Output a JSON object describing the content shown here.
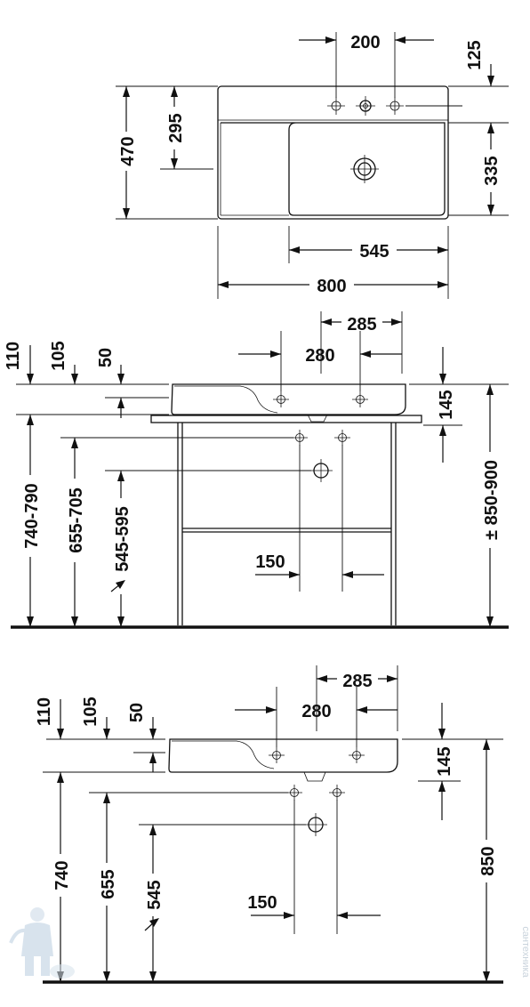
{
  "top_view": {
    "width_total": "800",
    "depth_total": "470",
    "bowl_width": "545",
    "bowl_depth": "335",
    "tap_spacing": "200",
    "tap_row_offset": "125",
    "shelf_depth": "295"
  },
  "side_view_stand": {
    "tap_spacing": "285",
    "hole_spacing": "280",
    "rim_height": "110",
    "offset_105": "105",
    "offset_50": "50",
    "basin_height": "145",
    "total_height": "± 850-900",
    "h_740": "740-790",
    "h_655": "655-705",
    "h_545": "545-595",
    "trap_spacing": "150"
  },
  "side_view_wall": {
    "tap_spacing": "285",
    "hole_spacing": "280",
    "rim_height": "110",
    "offset_105": "105",
    "offset_50": "50",
    "basin_height": "145",
    "total_height": "850",
    "h_740": "740",
    "h_655": "655",
    "h_545": "545",
    "trap_spacing": "150"
  },
  "watermark": "сантехника"
}
